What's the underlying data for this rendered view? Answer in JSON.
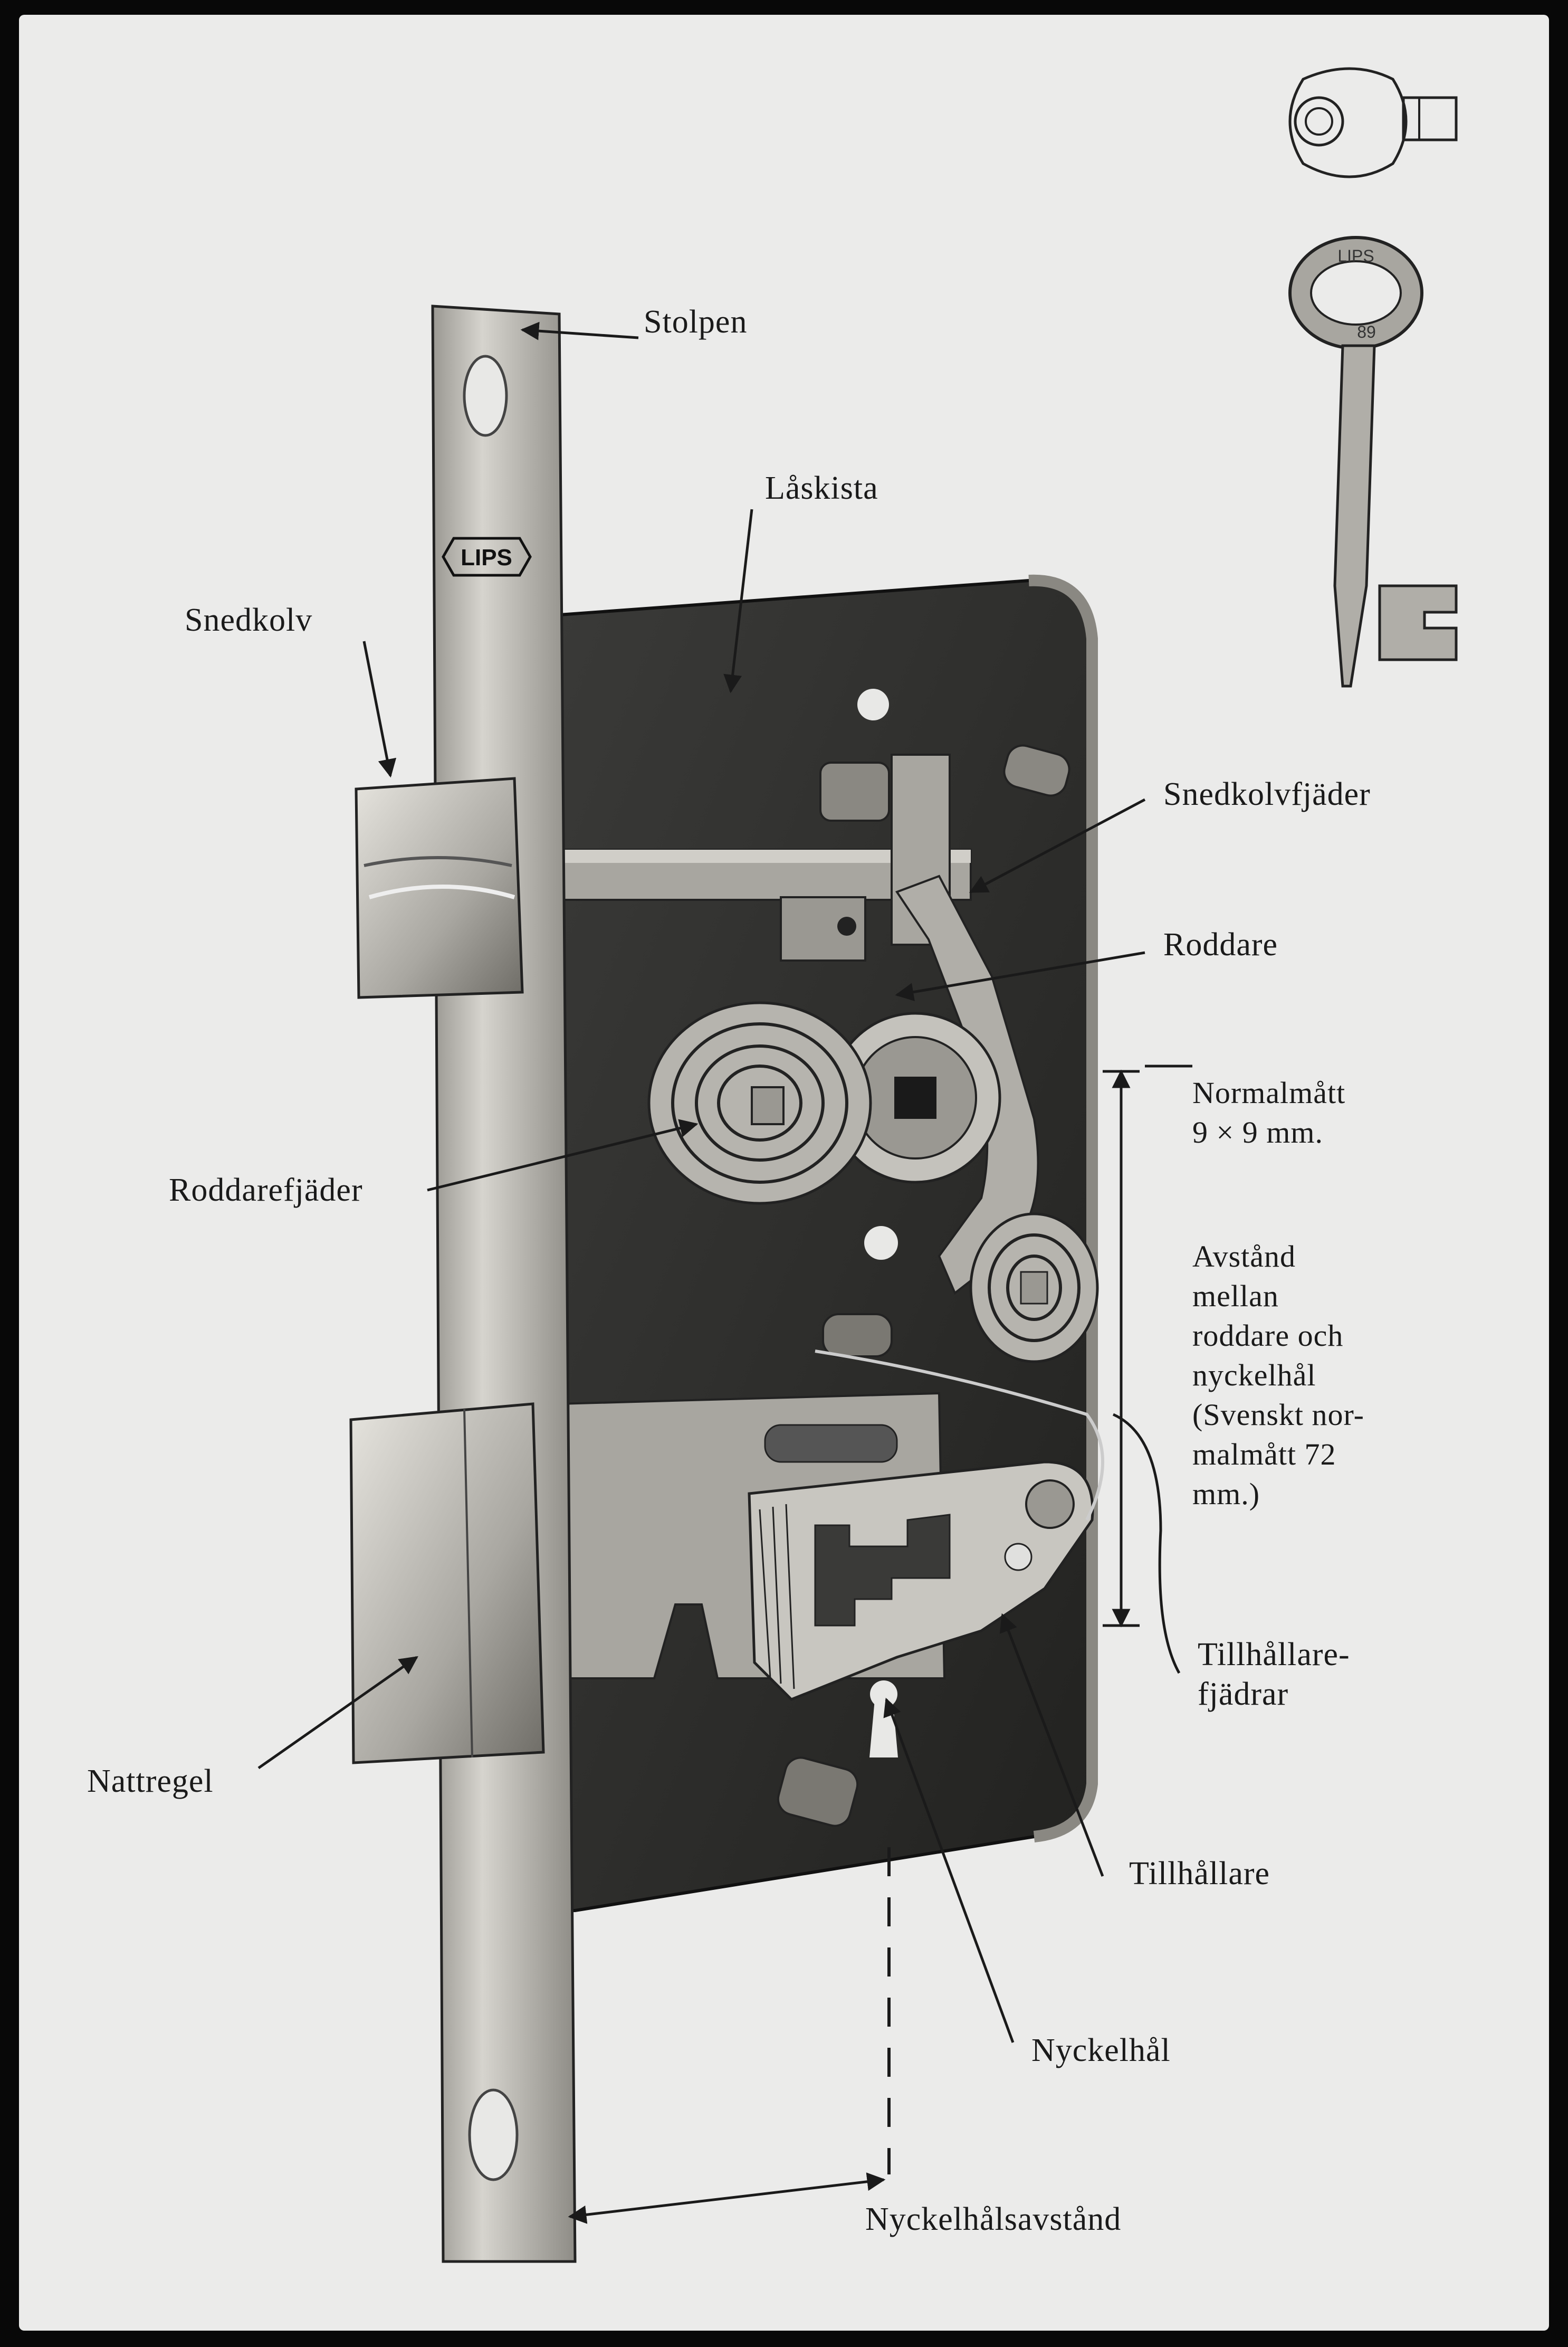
{
  "brand": {
    "logo": "LIPS",
    "key_bow_text": "LIPS",
    "key_number": "89"
  },
  "labels": {
    "stolpen": "Stolpen",
    "laskista": "Låskista",
    "snedkolv": "Snedkolv",
    "snedkolvfjader": "Snedkolvfjäder",
    "roddare": "Roddare",
    "normalmatt": [
      "Normalmått",
      "9 × 9  mm."
    ],
    "roddarefjader": "Roddarefjäder",
    "avstand": [
      "Avstånd",
      "mellan",
      "roddare  och",
      "nyckelhål",
      "(Svenskt  nor-",
      "malmått  72",
      "mm.)"
    ],
    "tillhallarefjadrar": [
      "Tillhållare-",
      "fjädrar"
    ],
    "nattregel": "Nattregel",
    "tillhallare": "Tillhållare",
    "nyckelhal": "Nyckelhål",
    "nyckelhalsavstand": "Nyckelhålsavstånd"
  },
  "colors": {
    "paper": "#ebebea",
    "frame": "#080808",
    "case": "#2a2a28",
    "metal": "#b8b6b0"
  },
  "icons": [
    "flat-key-icon",
    "bit-key-icon"
  ]
}
